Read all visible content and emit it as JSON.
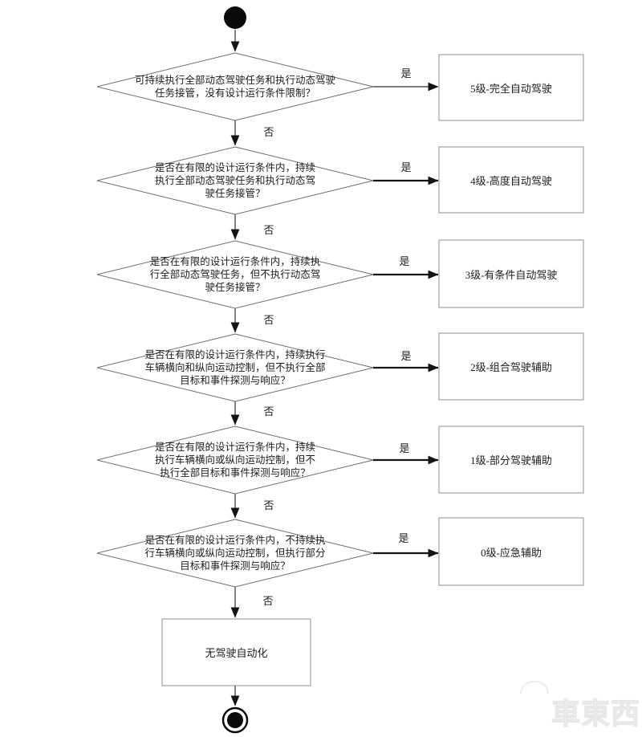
{
  "watermark": {
    "text": "車東西"
  },
  "flow": {
    "start_node": "start",
    "end_node": "end",
    "decisions": [
      {
        "question": "可持续执行全部动态驾驶任务和执行动态驾驶任务接管，没有设计运行条件限制？",
        "yes": "是",
        "no": "否",
        "result": "5级-完全自动驾驶"
      },
      {
        "question": "是否在有限的设计运行条件内，持续执行全部动态驾驶任务和执行动态驾驶任务接管？",
        "yes": "是",
        "no": "否",
        "result": "4级-高度自动驾驶"
      },
      {
        "question": "是否在有限的设计运行条件内，持续执行全部动态驾驶任务，但不执行动态驾驶任务接管？",
        "yes": "是",
        "no": "否",
        "result": "3级-有条件自动驾驶"
      },
      {
        "question": "是否在有限的设计运行条件内，持续执行车辆横向和纵向运动控制，但不执行全部目标和事件探测与响应？",
        "yes": "是",
        "no": "否",
        "result": "2级-组合驾驶辅助"
      },
      {
        "question": "是否在有限的设计运行条件内，持续执行车辆横向或纵向运动控制，但不执行全部目标和事件探测与响应？",
        "yes": "是",
        "no": "否",
        "result": "1级-部分驾驶辅助"
      },
      {
        "question": "是否在有限的设计运行条件内，不持续执行车辆横向或纵向运动控制，但执行部分目标和事件探测与响应？",
        "yes": "是",
        "no": "否",
        "result": "0级-应急辅助"
      }
    ],
    "terminal": "无驾驶自动化"
  }
}
